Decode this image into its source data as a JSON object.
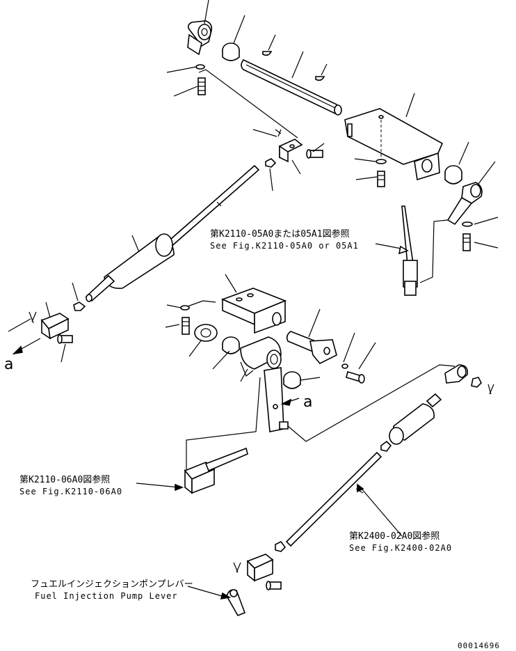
{
  "callouts": {
    "ref_05A0": {
      "jp": "第K2110-05A0または05A1図参照",
      "en": "See Fig.K2110-05A0 or 05A1"
    },
    "ref_06A0": {
      "jp": "第K2110-06A0図参照",
      "en": "See Fig.K2110-06A0"
    },
    "ref_02A0": {
      "jp": "第K2400-02A0図参照",
      "en": "See Fig.K2400-02A0"
    },
    "pump_lever": {
      "jp": "フュエルインジェクションポンプレバー",
      "en": "Fuel Injection Pump Lever"
    }
  },
  "view_marks": {
    "left": "a",
    "center": "a"
  },
  "drawing_number": "00014696"
}
